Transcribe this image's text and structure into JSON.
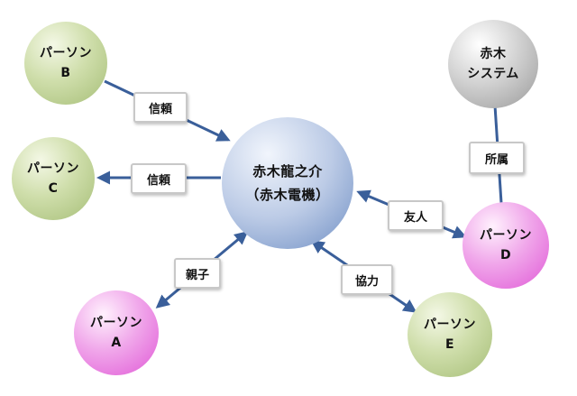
{
  "center": {
    "line1": "赤木龍之介",
    "line2": "（赤木電機）"
  },
  "system": {
    "line1": "赤木",
    "line2": "システム"
  },
  "persons": {
    "a": {
      "line1": "パーソン",
      "line2": "A"
    },
    "b": {
      "line1": "パーソン",
      "line2": "B"
    },
    "c": {
      "line1": "パーソン",
      "line2": "C"
    },
    "d": {
      "line1": "パーソン",
      "line2": "D"
    },
    "e": {
      "line1": "パーソン",
      "line2": "E"
    }
  },
  "relations": {
    "b_to_center": "信頼",
    "center_to_c": "信頼",
    "a_center": "親子",
    "center_d": "友人",
    "center_e": "協力",
    "d_system": "所属"
  },
  "colors": {
    "edge": "#3a5f9a",
    "label_border": "#c8c8c8"
  }
}
